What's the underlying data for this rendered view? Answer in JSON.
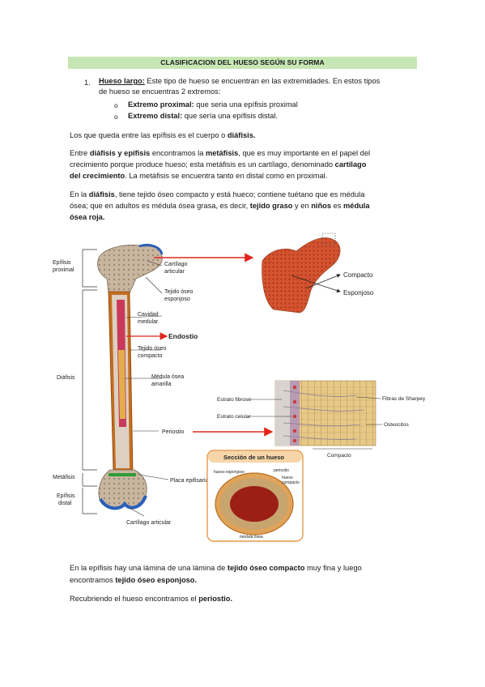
{
  "title": "CLASIFICACION DEL HUESO SEGÚN SU FORMA",
  "item1": {
    "number": "1.",
    "term": "Hueso largo:",
    "text_line1": " Este tipo de hueso se encuentran en las extremidades. En estos tipos",
    "text_line2": "de hueso se encuentras 2 extremos:"
  },
  "subitems": [
    {
      "bullet": "o",
      "term": "Extremo proximal:",
      "text": "  que seria una epífisis proximal"
    },
    {
      "bullet": "o",
      "term": "Extremo distal:",
      "text": " que sería una epífisis distal."
    }
  ],
  "para1": {
    "pre": "Los que queda entre las epífisis es el cuerpo o ",
    "bold": "diáfisis."
  },
  "para2": {
    "line1_b1": "Entre ",
    "line1_bold": "diáfisis y epífisis",
    "line1_mid": " encontramos la ",
    "line1_bold2": "metáfisis",
    "line1_end": ", que es muy importante en el papel del",
    "line2_pre": "crecimiento porque produce hueso; esta metáfisis es un cartílago, denominado ",
    "line2_bold": "cartílago",
    "line3_bold": "del crecimiento",
    "line3_end": ". La metáfisis se encuentra tanto en distal como en proximal."
  },
  "para3": {
    "line1_pre": "En la ",
    "line1_bold": "diáfisis",
    "line1_end": ", tiene tejido óseo compacto y está hueco; contiene tuétano que es médula",
    "line2_pre": "ósea; que en adultos es médula ósea grasa, es decir, ",
    "line2_bold": "tejido graso",
    "line2_mid": " y en ",
    "line2_bold2": "niños",
    "line2_mid2": " es ",
    "line2_bold3": "médula",
    "line3_bold": "ósea roja."
  },
  "figure": {
    "labels": {
      "epifisis_proximal_1": "Epífisis",
      "epifisis_proximal_2": "proximal",
      "diafisis": "Diáfisis",
      "metafisis": "Metáfisis",
      "epifisis_distal_1": "Epífisis",
      "epifisis_distal_2": "distal",
      "cartilago_articular_1": "Cartílago",
      "cartilago_articular_2": "articular",
      "tejido_esponjoso_1": "Tejido óseo",
      "tejido_esponjoso_2": "esponjoso",
      "cavidad_1": "Cavidad",
      "cavidad_2": "medular",
      "endostio": "Endostio",
      "tejido_compacto_1": "Tejido óseo",
      "tejido_compacto_2": "compacto",
      "medula_1": "Médula ósea",
      "medula_2": "amarilla",
      "periostio": "Periostio",
      "placa": "Placa epifisaria",
      "cartilago_articular_bottom": "Cartílago articular",
      "compacto": "Compacto",
      "esponjoso": "Esponjoso",
      "estrato_fibroso": "Estrato fibroso",
      "estrato_celular": "Estrato celular",
      "fibras_sharpey": "Fibras de Sharpey",
      "osteocitos": "Osteocitos",
      "compacto_small": "Compacto",
      "seccion_title": "Sección de un hueso",
      "s_esponjoso": "hueso esponjoso",
      "s_periostio": "periostio",
      "s_compacto_1": "hueso",
      "s_compacto_2": "compacto",
      "s_medula": "médula ósea"
    }
  },
  "para4": {
    "line1_pre": "En la epífisis hay una lámina de una lámina de ",
    "line1_bold": "tejido óseo compacto",
    "line1_end": " muy fina y luego",
    "line2_pre": "encontramos ",
    "line2_bold": "tejido óseo esponjoso."
  },
  "para5": {
    "pre": "Recubriendo el hueso encontramos el ",
    "bold": "periostio."
  },
  "colors": {
    "title_bg": "#c6e6b3",
    "arrow": "#e0261c",
    "bone": "#d8c7b5",
    "marrow": "#c8395a",
    "periosteum": "#c46d1e"
  }
}
